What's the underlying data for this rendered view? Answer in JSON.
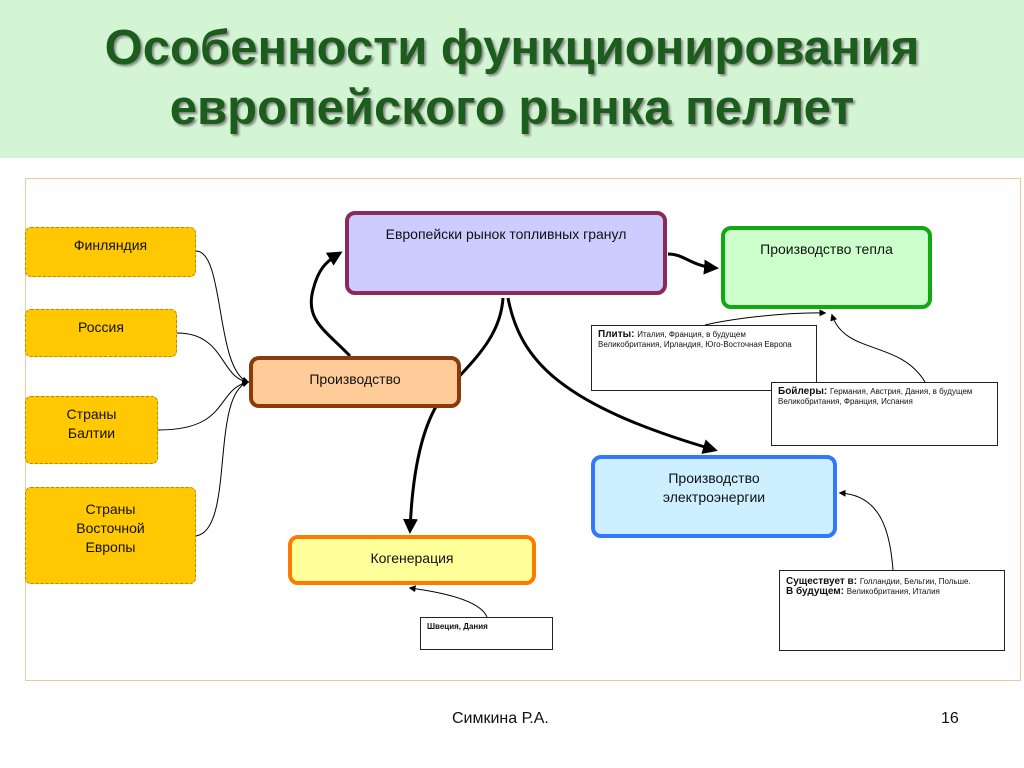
{
  "title": {
    "line1": "Особенности функционирования",
    "line2": "европейского рынка пеллет"
  },
  "sources": [
    {
      "label": "Финляндия"
    },
    {
      "label": "Россия"
    },
    {
      "label": "Страны Балтии"
    },
    {
      "label": "Страны Восточной Европы"
    }
  ],
  "nodes": {
    "production": "Производство",
    "market": "Европейски рынок топливных гранул",
    "heat": "Производство тепла",
    "electricity": "Производство электроэнергии",
    "cogeneration": "Когенерация"
  },
  "notes": {
    "stoves": {
      "label": "Плиты",
      "text": "Италия, Франция, в будущем Великобритания, Ирландия, Юго-Восточная Европа"
    },
    "boilers": {
      "label": "Бойлеры",
      "text": "Германия, Австрия, Дания, в будущем Великобритания, Франция, Испания"
    },
    "exists": {
      "label": "Существует в",
      "text": "Голландии, Бельгии, Польше."
    },
    "future": {
      "label": "В будущем",
      "text": "Великобритания, Италия"
    },
    "cogen": {
      "text": "Швеция, Дания"
    }
  },
  "footer": {
    "author": "Симкина Р.А.",
    "page": "16"
  },
  "colors": {
    "title": "#1c5c1c",
    "title_band": "#d3f5d3",
    "source_fill": "#ffc800",
    "market_border": "#8b2a5a",
    "market_fill": "#ccccff",
    "heat_border": "#12a812",
    "heat_fill": "#ccffcc",
    "electricity_border": "#3377ff",
    "electricity_fill": "#ccf0ff",
    "production_border": "#8b3a0a",
    "production_fill": "#ffcc99",
    "cogeneration_border": "#ff7a00",
    "cogeneration_fill": "#ffff99"
  }
}
